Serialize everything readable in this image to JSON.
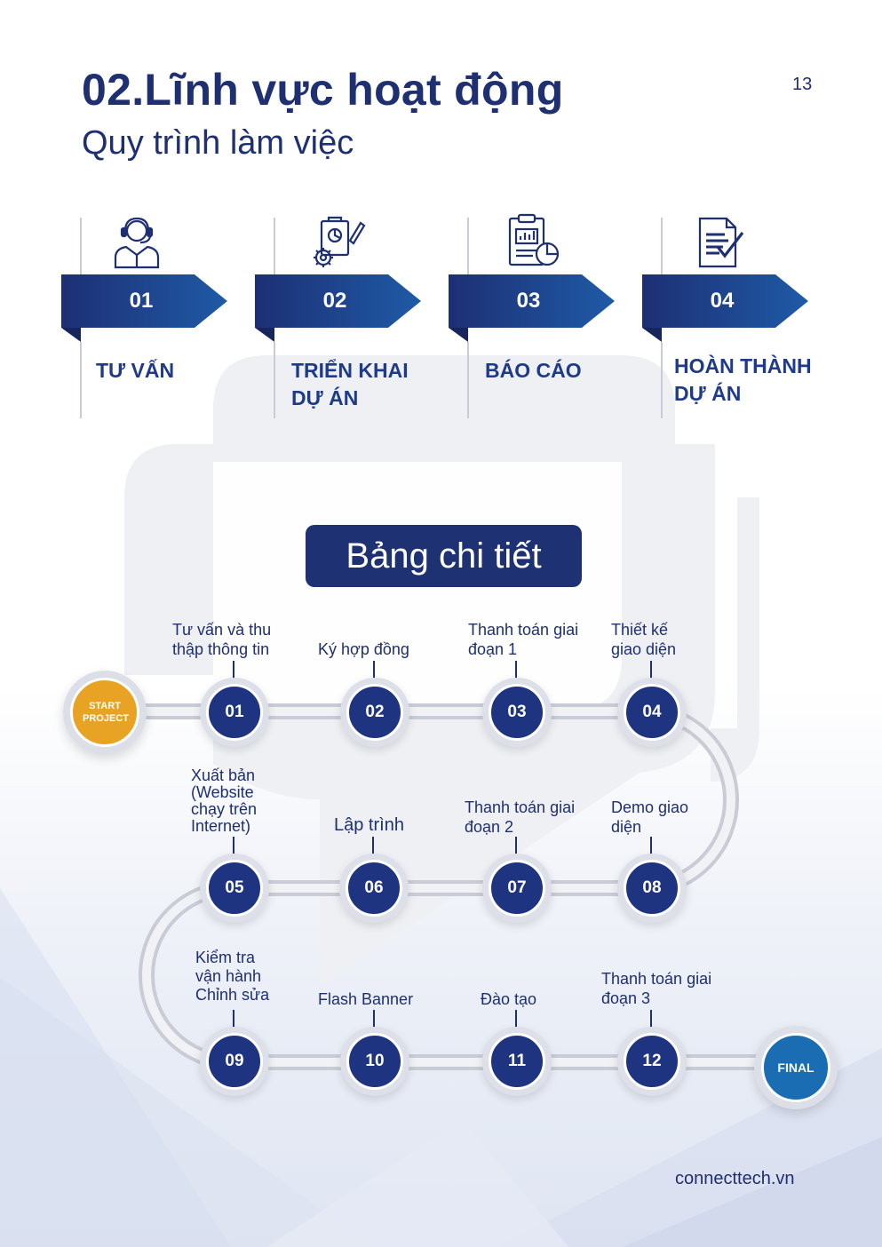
{
  "header": {
    "title": "02.Lĩnh vực hoạt động",
    "subtitle": "Quy trình làm việc",
    "page_number": "13"
  },
  "steps": [
    {
      "number": "01",
      "label": "TƯ VẤN",
      "icon": "consultant-headset-icon"
    },
    {
      "number": "02",
      "label": "TRIỂN KHAI DỰ ÁN",
      "icon": "planning-gear-icon"
    },
    {
      "number": "03",
      "label": "BÁO CÁO",
      "icon": "report-clipboard-icon"
    },
    {
      "number": "04",
      "label": "HOÀN THÀNH DỰ ÁN",
      "icon": "document-check-icon"
    }
  ],
  "detail_title": "Bảng chi tiết",
  "flow": {
    "start_label": "START PROJECT",
    "final_label": "FINAL",
    "nodes": [
      {
        "number": "01",
        "label": "Tư vấn và thu thập thông tin"
      },
      {
        "number": "02",
        "label": "Ký hợp đồng"
      },
      {
        "number": "03",
        "label": "Thanh toán giai đoạn 1"
      },
      {
        "number": "04",
        "label": "Thiết kế giao diện"
      },
      {
        "number": "05",
        "label": "Xuất bản (Website chạy trên Internet)"
      },
      {
        "number": "06",
        "label": "Lập trình"
      },
      {
        "number": "07",
        "label": "Thanh toán giai đoạn 2"
      },
      {
        "number": "08",
        "label": "Demo giao diện"
      },
      {
        "number": "09",
        "label": "Kiểm tra vận hành Chỉnh sửa"
      },
      {
        "number": "10",
        "label": "Flash Banner"
      },
      {
        "number": "11",
        "label": "Đào tạo"
      },
      {
        "number": "12",
        "label": "Thanh toán giai đoạn 3"
      }
    ]
  },
  "footer": {
    "website": "connecttech.vn"
  },
  "colors": {
    "navy": "#1e2f72",
    "ribbon": "#1f3a8a",
    "start": "#e8a325",
    "final": "#1a6db3"
  }
}
